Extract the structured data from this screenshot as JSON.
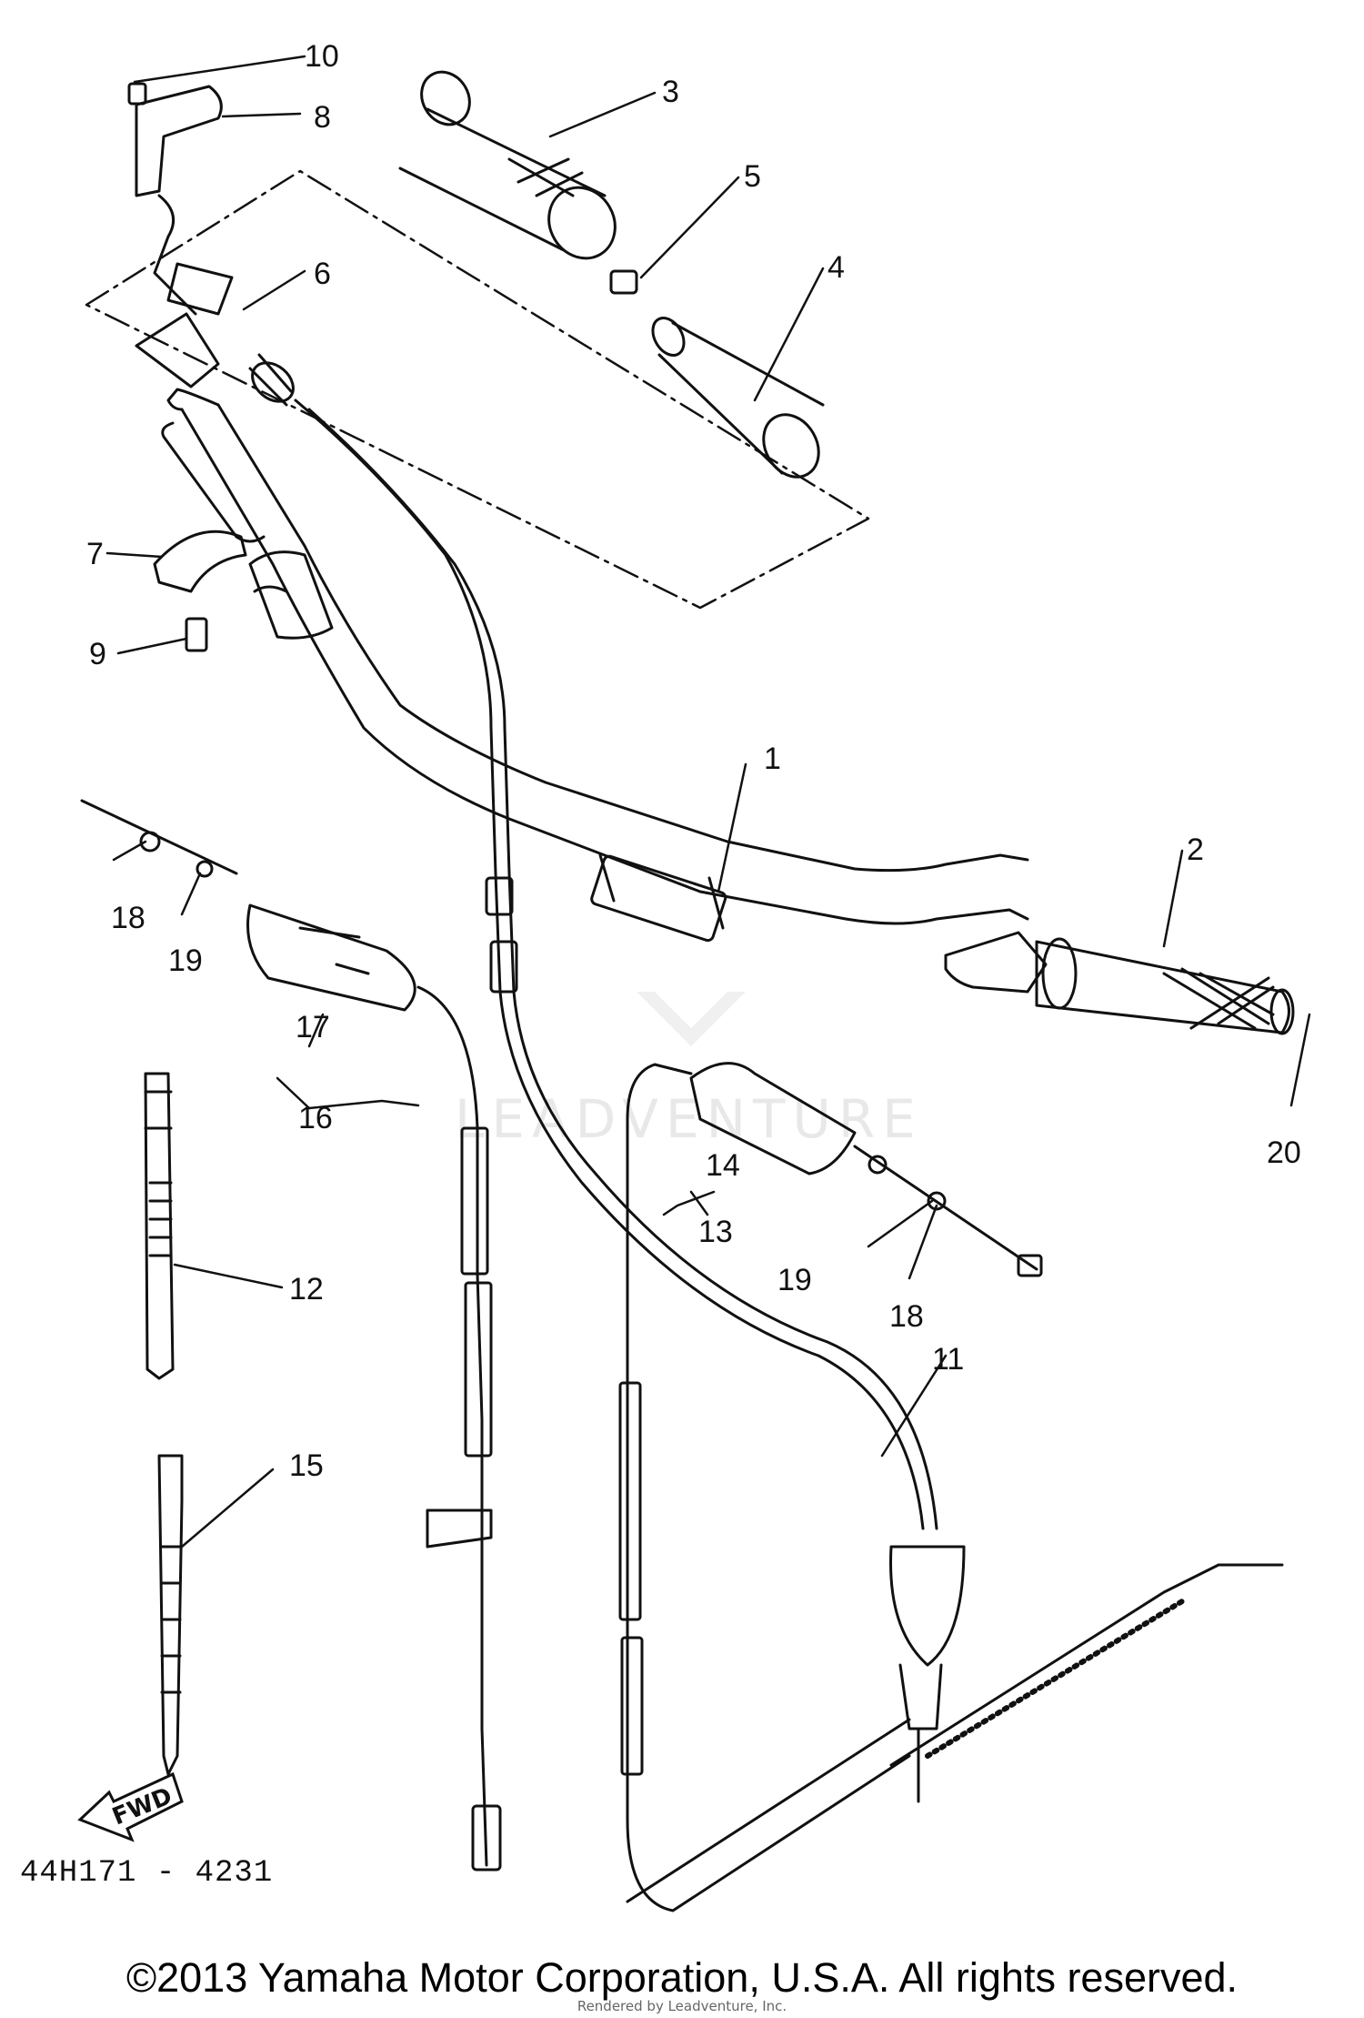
{
  "diagram": {
    "code": "44H171 - 4231",
    "fwd_label": "FWD",
    "watermark_text": "LEADVENTURE",
    "parts": [
      {
        "id": "1",
        "label": "1"
      },
      {
        "id": "2",
        "label": "2"
      },
      {
        "id": "3",
        "label": "3"
      },
      {
        "id": "4",
        "label": "4"
      },
      {
        "id": "5",
        "label": "5"
      },
      {
        "id": "6",
        "label": "6"
      },
      {
        "id": "7",
        "label": "7"
      },
      {
        "id": "8",
        "label": "8"
      },
      {
        "id": "9",
        "label": "9"
      },
      {
        "id": "10",
        "label": "10"
      },
      {
        "id": "11",
        "label": "11"
      },
      {
        "id": "12",
        "label": "12"
      },
      {
        "id": "13",
        "label": "13"
      },
      {
        "id": "14",
        "label": "14"
      },
      {
        "id": "15",
        "label": "15"
      },
      {
        "id": "16",
        "label": "16"
      },
      {
        "id": "17",
        "label": "17"
      },
      {
        "id": "18a",
        "label": "18"
      },
      {
        "id": "19a",
        "label": "19"
      },
      {
        "id": "18b",
        "label": "18"
      },
      {
        "id": "19b",
        "label": "19"
      },
      {
        "id": "20",
        "label": "20"
      }
    ]
  },
  "footer": {
    "copyright": "©2013 Yamaha Motor Corporation, U.S.A. All rights reserved.",
    "credit": "Rendered by Leadventure, Inc."
  }
}
